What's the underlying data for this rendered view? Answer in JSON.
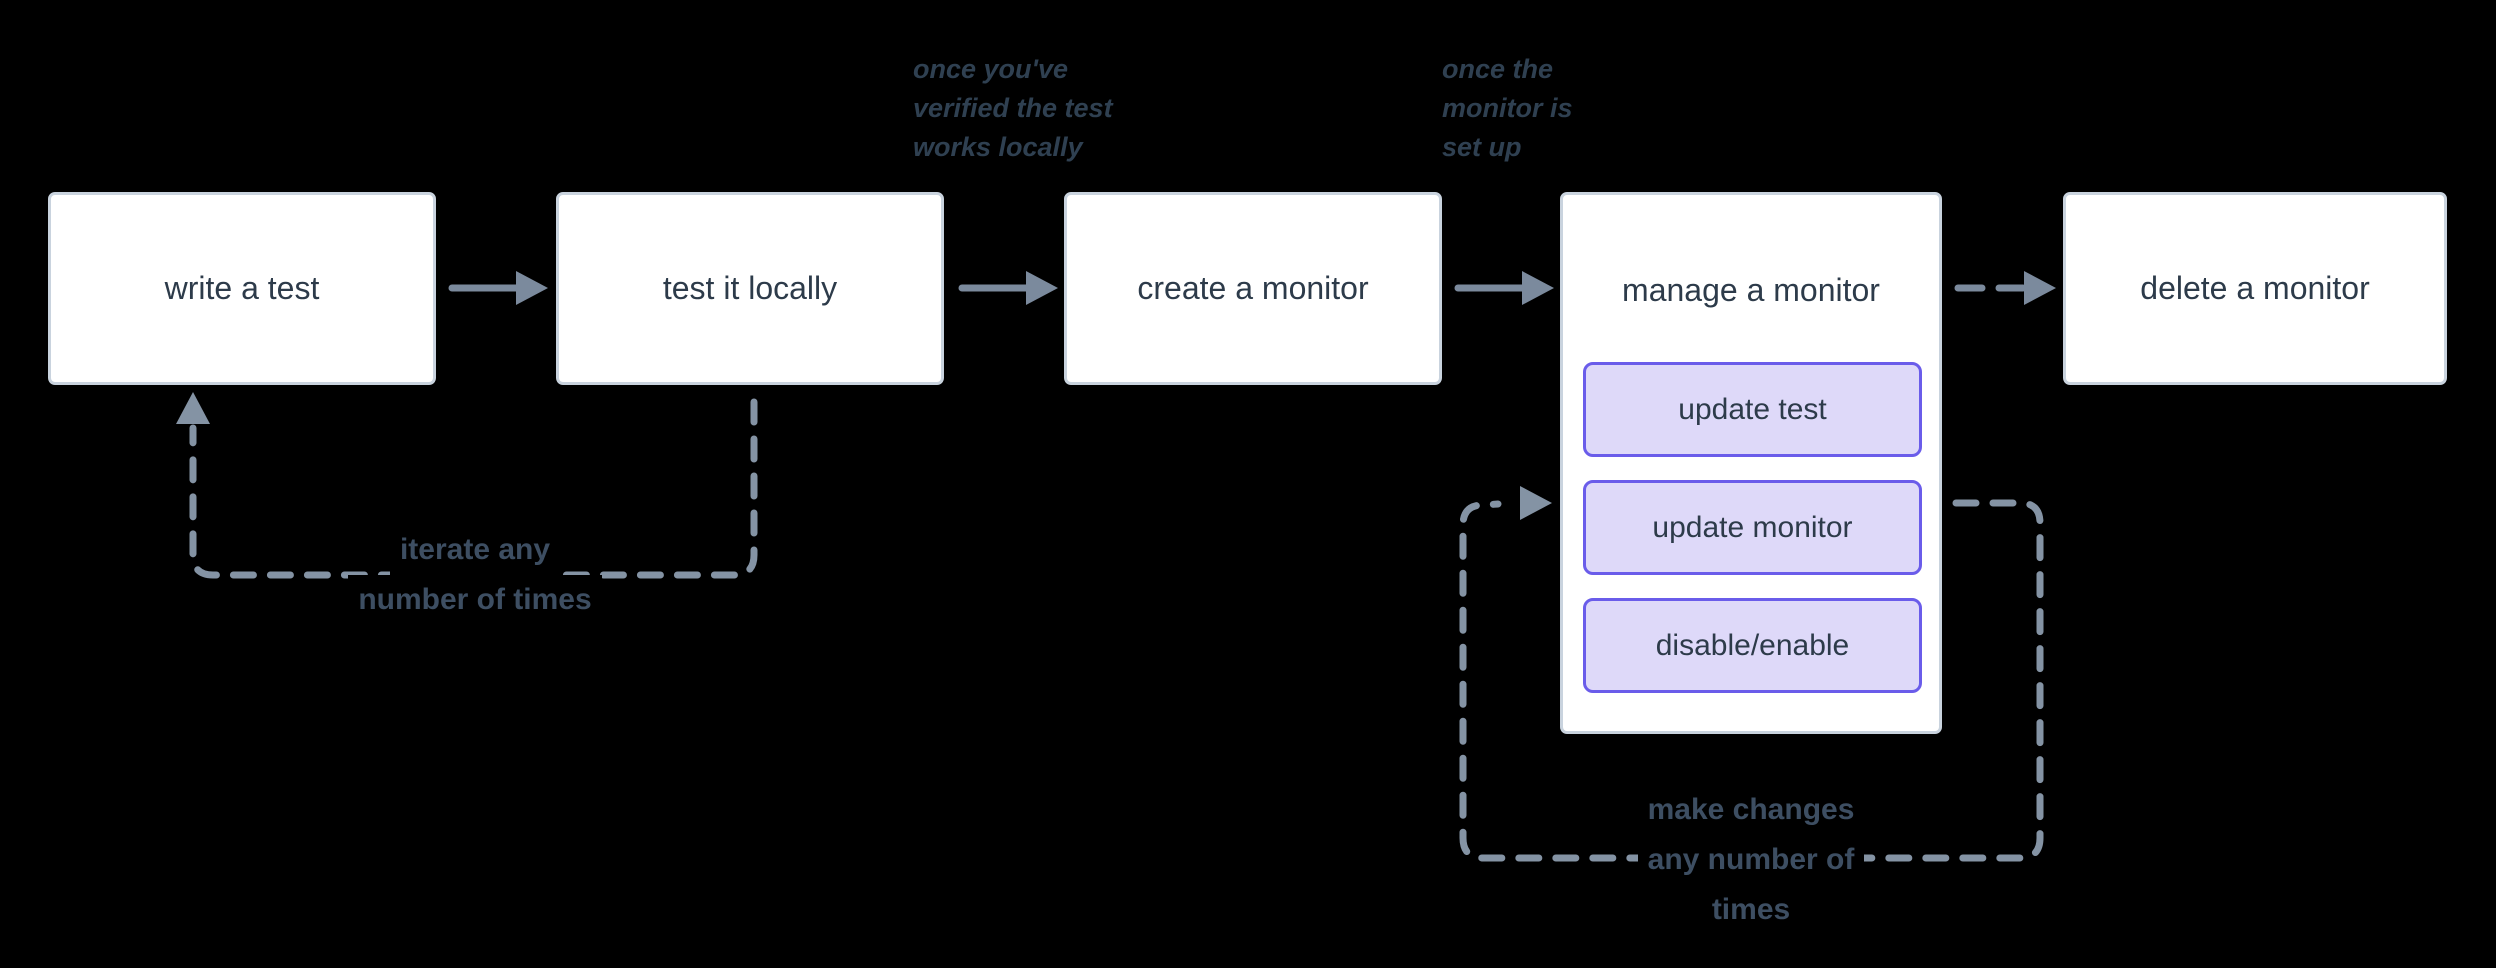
{
  "flow": {
    "nodes": {
      "write_test": "write a test",
      "test_locally": "test it locally",
      "create_monitor": "create a monitor",
      "manage_monitor": "manage a monitor",
      "delete_monitor": "delete a monitor"
    },
    "manage_actions": {
      "update_test": "update test",
      "update_monitor": "update monitor",
      "disable_enable": "disable/enable"
    },
    "annotations": {
      "after_local": {
        "line1": "once you've",
        "line2": "verified the test",
        "line3": "works locally"
      },
      "after_create": {
        "line1": "once the",
        "line2": "monitor is",
        "line3": "set up"
      }
    },
    "loop_labels": {
      "iterate": {
        "line1": "iterate any",
        "line2": "number of times"
      },
      "changes": {
        "line1": "make changes",
        "line2": "any number of",
        "line3": "times"
      }
    }
  },
  "colors": {
    "background": "#000000",
    "node_fill": "#ffffff",
    "node_border": "#c9d3de",
    "node_text": "#2d3b4a",
    "action_fill": "#ded9f9",
    "action_border": "#6a5cea",
    "arrow": "#7b8a9d",
    "dashed": "#8493a4",
    "annotation_text": "#2f4051",
    "loop_text": "#3d4e62"
  }
}
